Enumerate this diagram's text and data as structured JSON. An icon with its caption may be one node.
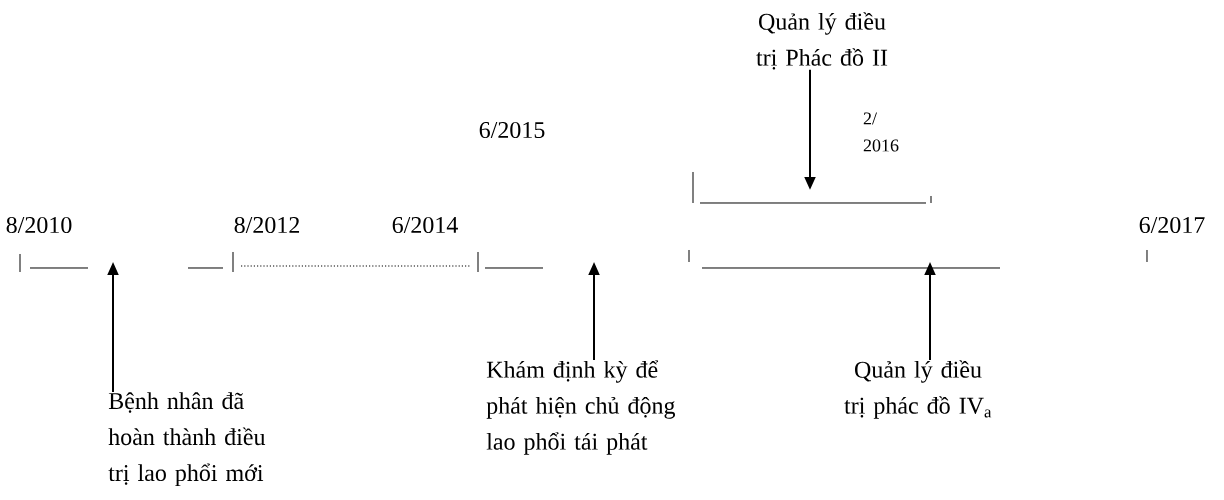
{
  "diagram": {
    "nodes": [
      {
        "text": [
          "Quản lý điều trị Phác đồ II"
        ]
      },
      {
        "text": [
          "Bệnh nhân đã hoàn thành điều trị lao phổi mới"
        ]
      },
      {
        "text": [
          "Khám định kỳ để phát hiện chủ động lao phổi tái phát"
        ]
      },
      {
        "text": [
          "Quản lý điều trị phác đồ IV$_{a}$"
        ]
      }
    ],
    "edges": [
      {
        "from": 0,
        "to": null,
        "arrow": "to"
      },
      {
        "from": 1,
        "to": null,
        "arrow": "to"
      },
      {
        "from": 2,
        "to": null,
        "arrow": "to"
      },
      {
        "from": 3,
        "to": null,
        "arrow": "to"
      }
    ],
    "labels": [
      "6/2015",
      "2/ 2016",
      "8/2010",
      "8/2012",
      "6/2014",
      "6/2017"
    ]
  }
}
